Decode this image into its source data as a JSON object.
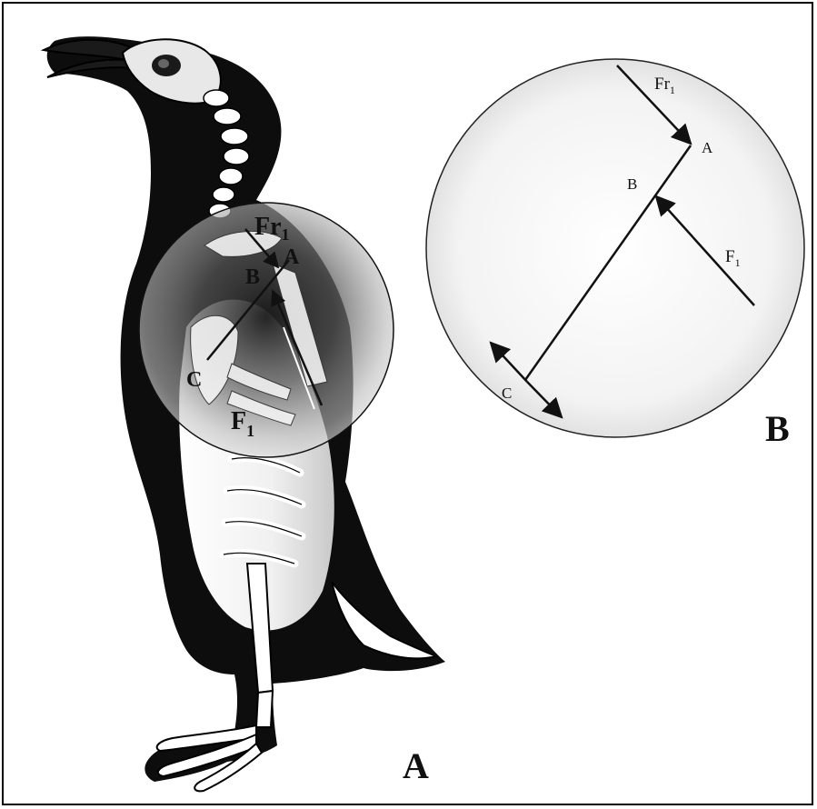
{
  "panel_a": {
    "panel_label": "A",
    "labels": {
      "fr": "Fr",
      "fr_sub": "1",
      "a": "A",
      "b": "B",
      "c": "C",
      "f": "F",
      "f_sub": "1"
    }
  },
  "panel_b": {
    "panel_label": "B",
    "labels": {
      "fr": "Fr",
      "fr_sub": "1",
      "a": "A",
      "b": "B",
      "c": "C",
      "f": "F",
      "f_sub": "1"
    }
  },
  "colors": {
    "ink": "#111111",
    "body_black": "#0d0d0d",
    "bone": "#ffffff",
    "magnifier_fill": "#f4f4f4"
  },
  "icons": {
    "subject": "penguin-skeleton-illustration"
  }
}
